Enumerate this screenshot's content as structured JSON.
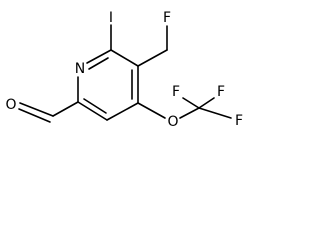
{
  "molecule": {
    "atoms": {
      "iodine": "I",
      "fluoromethyl_fluorine": "F",
      "ring_nitrogen": "N",
      "aldehyde_oxygen": "O",
      "ether_oxygen": "O",
      "cf3_fluorine_top_left": "F",
      "cf3_fluorine_top_right": "F",
      "cf3_fluorine_right": "F"
    }
  },
  "colors": {
    "bond": "#000000",
    "text": "#000000",
    "background": "#ffffff"
  }
}
